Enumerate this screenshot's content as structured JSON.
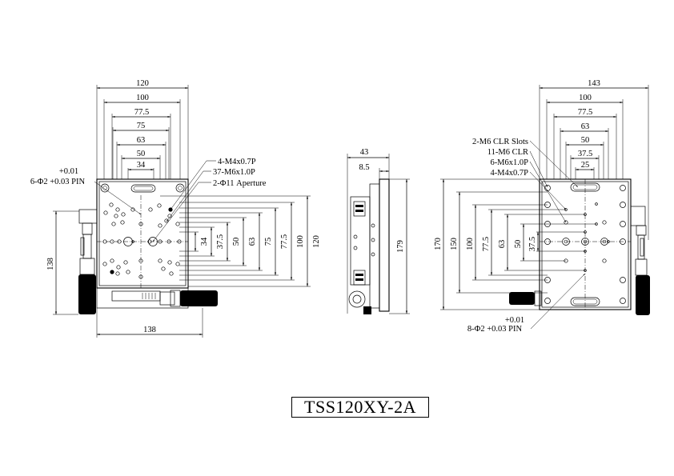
{
  "title": "TSS120XY-2A",
  "front_view": {
    "top_dims": [
      "120",
      "100",
      "77.5",
      "75",
      "63",
      "50",
      "34"
    ],
    "right_dims": [
      "34",
      "37.5",
      "50",
      "63",
      "75",
      "77.5",
      "100",
      "120"
    ],
    "left_dim": "138",
    "bottom_dim": "138",
    "pin_tol": "+0.01",
    "pin_note": "6-Φ2 +0.03 PIN",
    "callouts": [
      "4-M4x0.7P",
      "37-M6x1.0P",
      "2-Φ11 Aperture"
    ]
  },
  "side_view": {
    "top_dims": [
      "43",
      "8.5"
    ],
    "right_dim": "179"
  },
  "bottom_view": {
    "top_dims": [
      "143",
      "100",
      "77.5",
      "63",
      "50",
      "37.5",
      "25"
    ],
    "left_dims": [
      "170",
      "150",
      "100",
      "77.5",
      "63",
      "50",
      "37.5"
    ],
    "callouts": [
      "2-M6 CLR Slots",
      "11-M6 CLR",
      "6-M6x1.0P",
      "4-M4x0.7P"
    ],
    "pin_tol": "+0.01",
    "pin_note": "8-Φ2 +0.03 PIN"
  }
}
